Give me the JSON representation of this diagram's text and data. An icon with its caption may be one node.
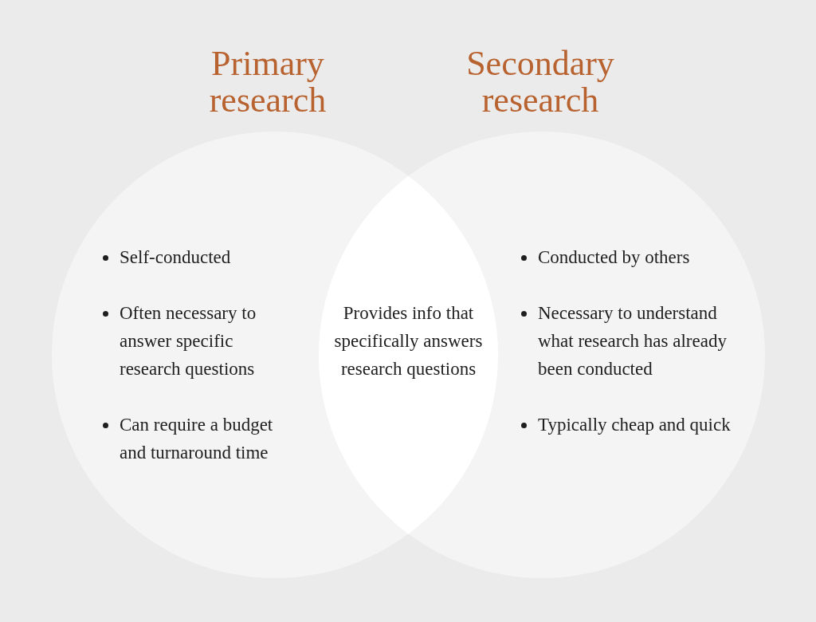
{
  "diagram": {
    "nodes": [
      {
        "text": [
          "Primary research",
          "Self-conducted",
          "Often necessary to answer specific research questions",
          "Can require a budget and turnaround time"
        ]
      },
      {
        "text": [
          "Secondary research",
          "Conducted by others",
          "Necessary to understand what research has already been conducted",
          "Typically cheap and quick"
        ]
      },
      {
        "text": [
          "Provides info that specifically answers research questions"
        ]
      }
    ]
  }
}
